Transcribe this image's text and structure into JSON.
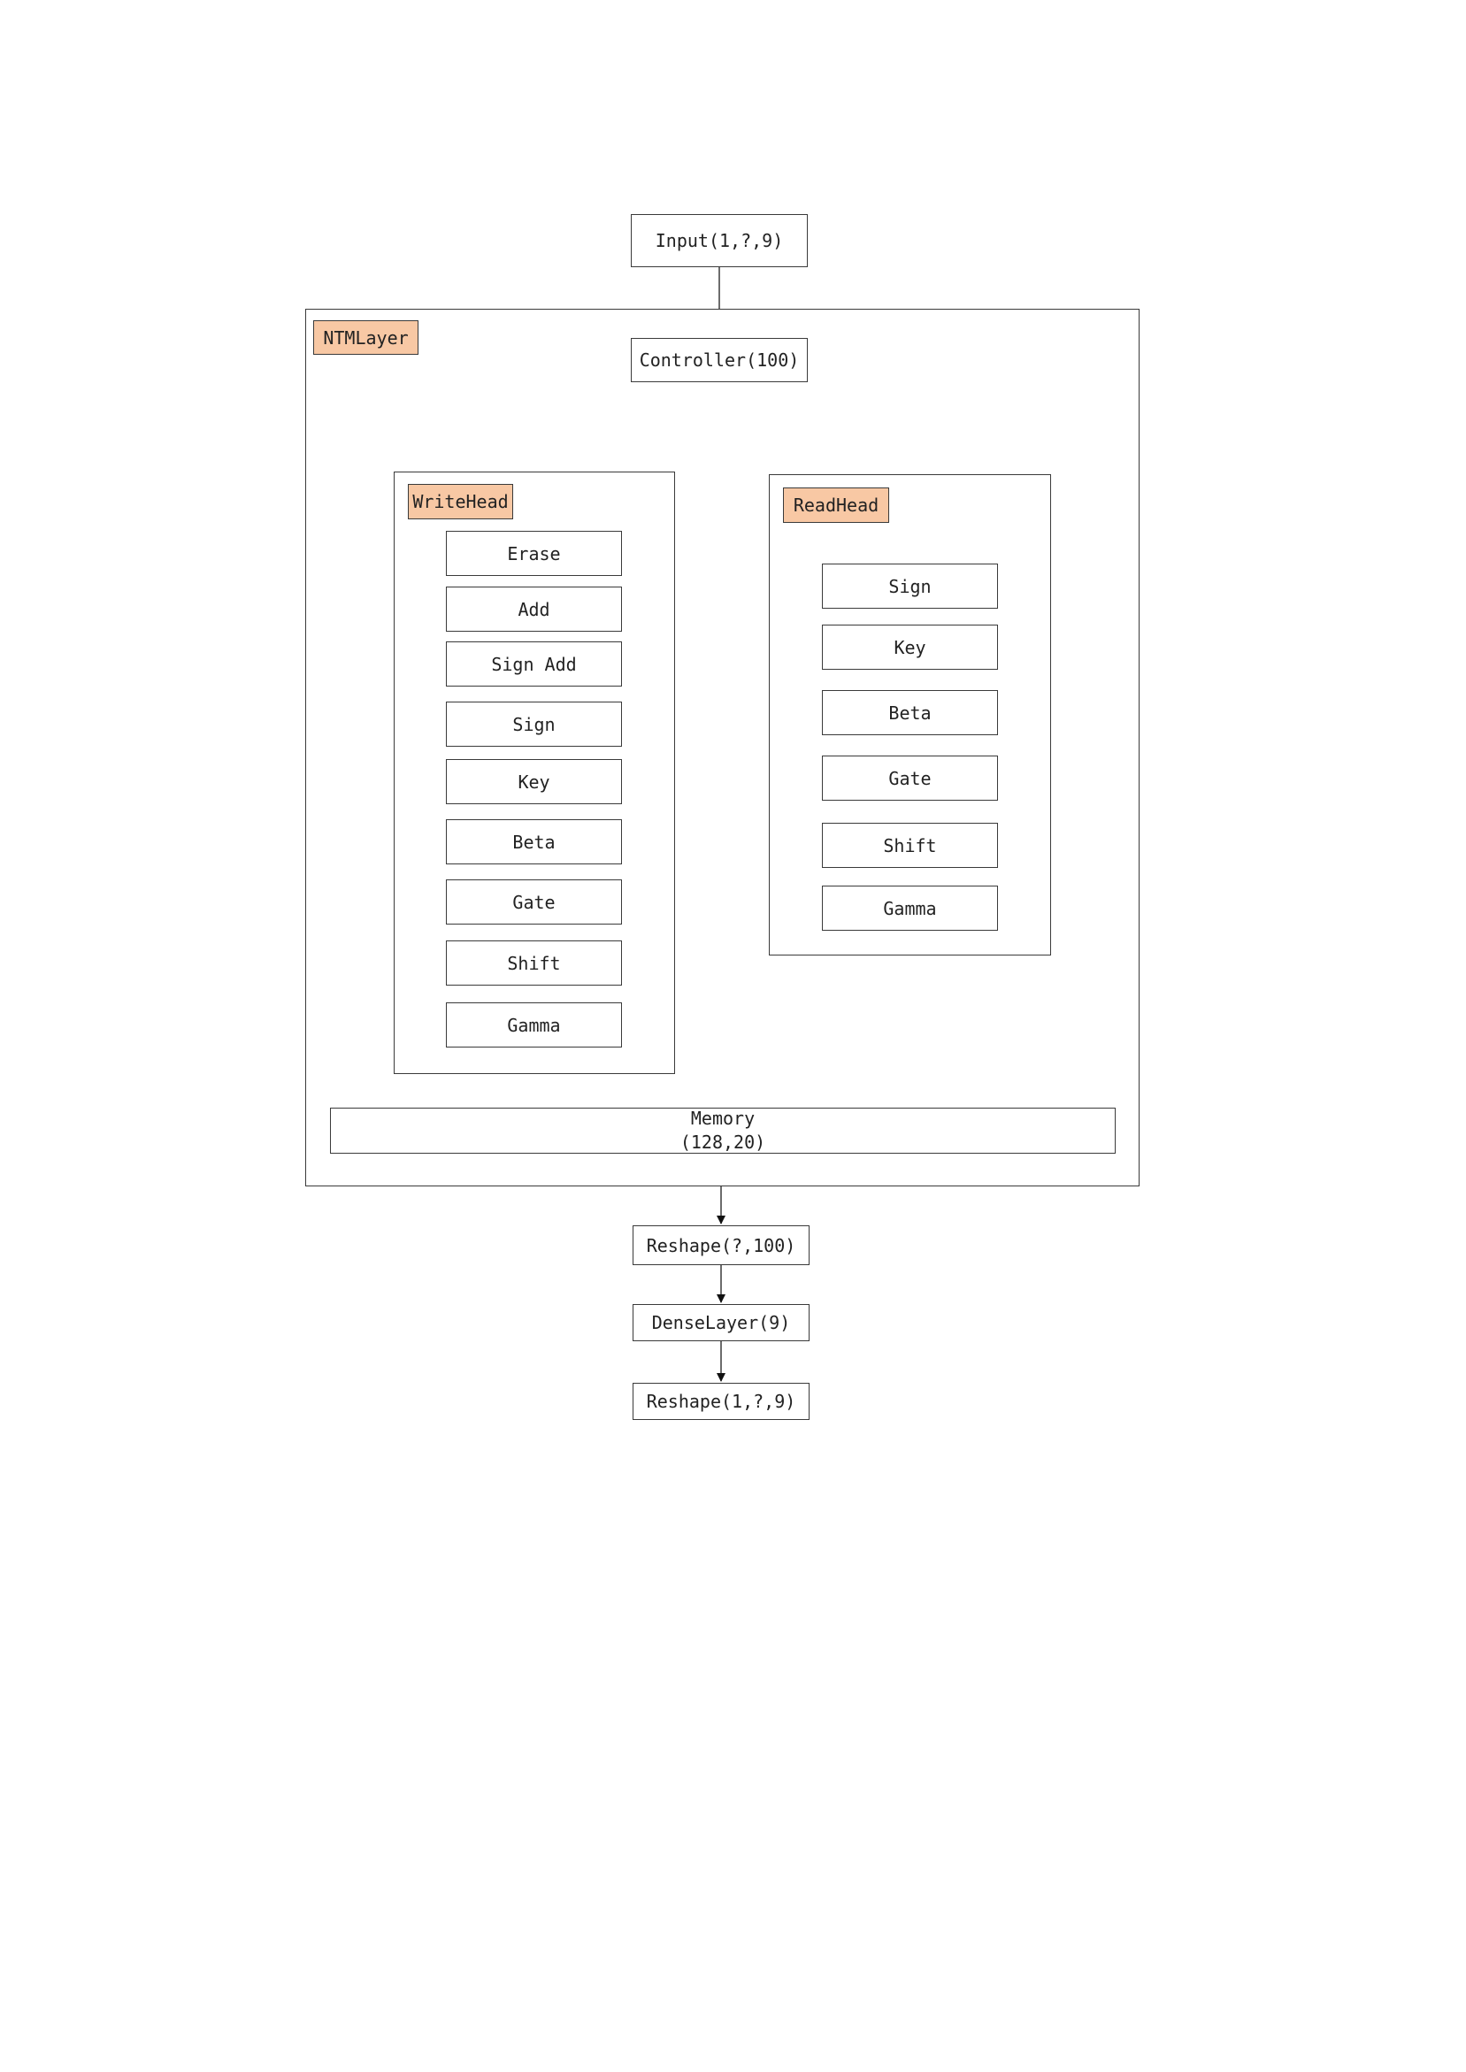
{
  "colors": {
    "tag_fill": "#f8c8a4",
    "line": "#3a3a3a"
  },
  "input": "Input(1,?,9)",
  "ntm_layer": {
    "tag": "NTMLayer",
    "controller": "Controller(100)",
    "write_head": {
      "tag": "WriteHead",
      "items": [
        "Erase",
        "Add",
        "Sign Add",
        "Sign",
        "Key",
        "Beta",
        "Gate",
        "Shift",
        "Gamma"
      ]
    },
    "read_head": {
      "tag": "ReadHead",
      "items": [
        "Sign",
        "Key",
        "Beta",
        "Gate",
        "Shift",
        "Gamma"
      ]
    },
    "memory": {
      "label": "Memory",
      "shape": "(128,20)"
    }
  },
  "reshape_1": "Reshape(?,100)",
  "dense_layer": "DenseLayer(9)",
  "reshape_2": "Reshape(1,?,9)"
}
